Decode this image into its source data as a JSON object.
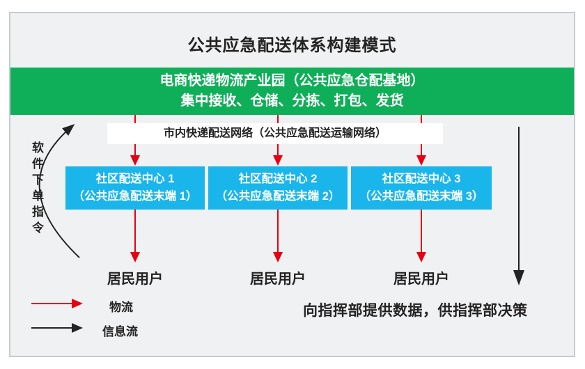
{
  "title": "公共应急配送体系构建模式",
  "colors": {
    "green": "#0fae58",
    "cyan": "#1ab5ea",
    "red": "#e60012",
    "ink": "#232323",
    "panel_bg": "#f0f1f3",
    "panel_border": "#c9cbce"
  },
  "hub": {
    "line1": "电商快递物流产业园（公共应急仓配基地）",
    "line2": "集中接收、仓储、分拣、打包、发货"
  },
  "network": {
    "label": "市内快递配送网络（公共应急配送运输网络）"
  },
  "order_flow": {
    "label": "软件下单指令"
  },
  "centers": [
    {
      "line1": "社区配送中心 1",
      "line2": "（公共应急配送末端 1）",
      "user": "居民用户"
    },
    {
      "line1": "社区配送中心 2",
      "line2": "（公共应急配送末端 2）",
      "user": "居民用户"
    },
    {
      "line1": "社区配送中心 3",
      "line2": "（公共应急配送末端 3）",
      "user": "居民用户"
    }
  ],
  "command_note": {
    "label": "向指挥部提供数据，供指挥部决策"
  },
  "legend": {
    "items": [
      {
        "name": "logistics",
        "label": "物流"
      },
      {
        "name": "information-flow",
        "label": "信息流"
      }
    ]
  }
}
